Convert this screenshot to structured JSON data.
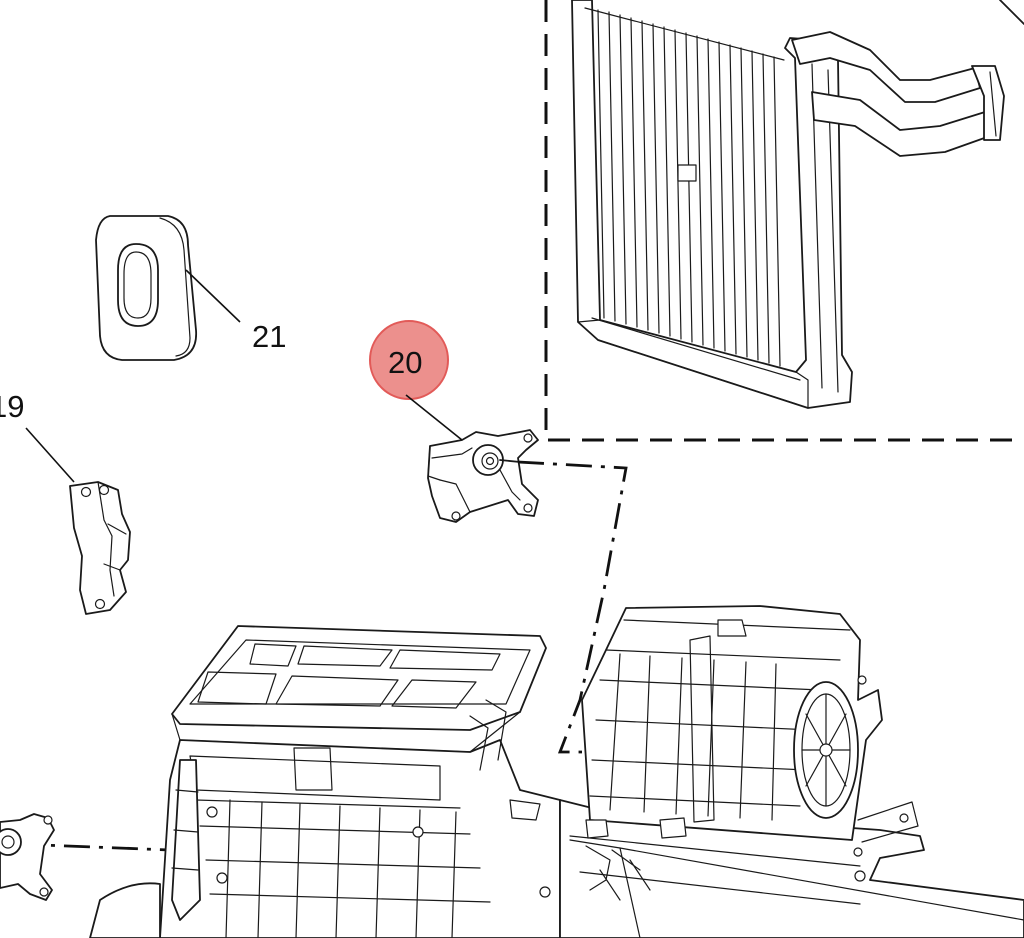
{
  "callouts": [
    {
      "label": "21"
    },
    {
      "label": "20"
    },
    {
      "label": "19"
    }
  ],
  "highlight": {
    "label": "20",
    "color": "#e87874"
  },
  "colors": {
    "ink": "#1a1a1a",
    "background": "#ffffff",
    "marker": "#e87874"
  }
}
